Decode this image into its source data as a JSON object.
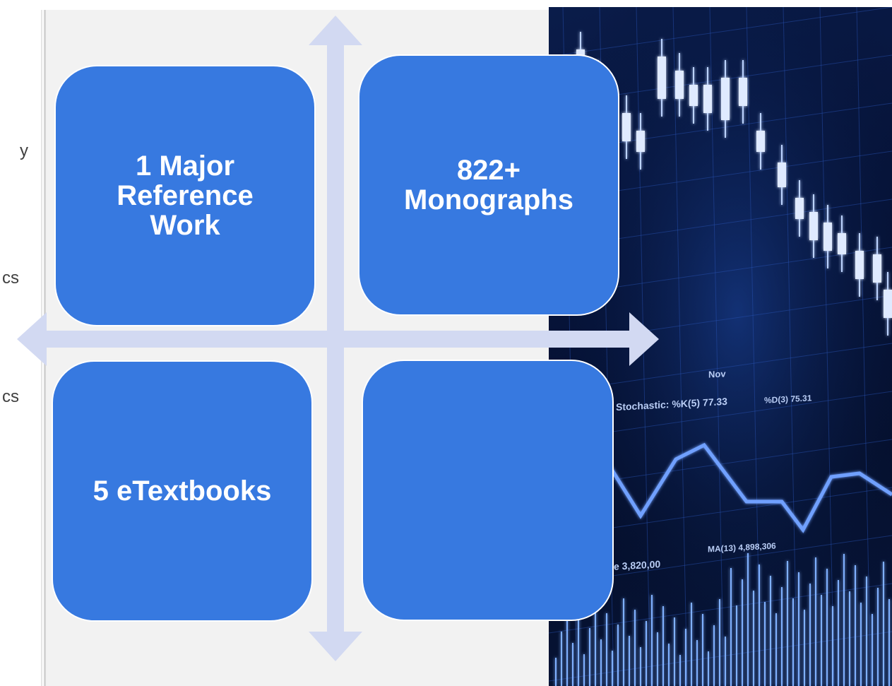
{
  "left_fragments": [
    "y",
    "cs",
    "cs"
  ],
  "quadrants": {
    "top_left": "1 Major\nReference\nWork",
    "top_right": "822+\nMonographs",
    "bottom_left": "5 eTextbooks",
    "bottom_right": ""
  },
  "photo_labels": {
    "month": "Nov",
    "stochastic": "Stochastic: %K(5) 77.33",
    "d_value": "%D(3) 75.31",
    "volume": "e 3,820,00",
    "ma": "MA(13) 4,898,306"
  },
  "colors": {
    "box_fill": "#3779e0",
    "box_border": "#ffffff",
    "arrow": "#d2d9f2",
    "panel": "#f2f2f2",
    "photo_bg": "#061338"
  }
}
